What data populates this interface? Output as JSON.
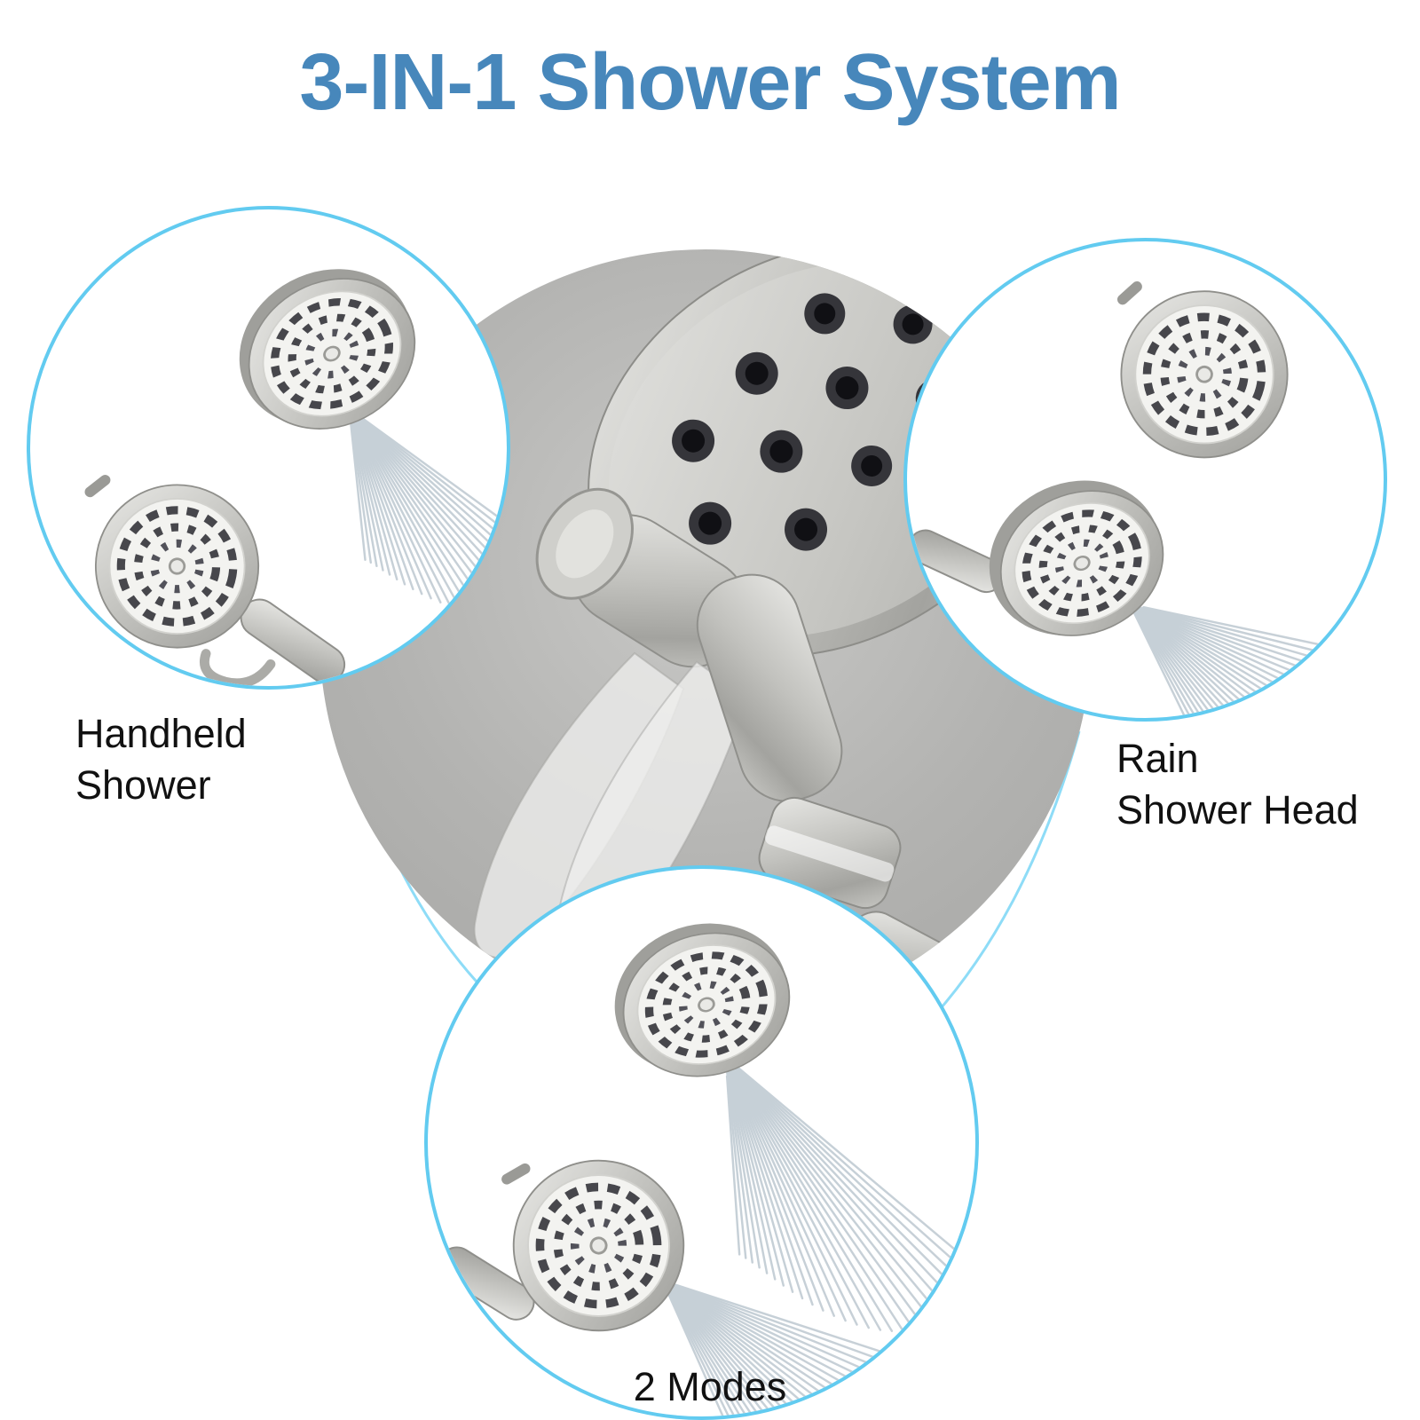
{
  "title": "3-IN-1 Shower System",
  "callouts": {
    "handheld": {
      "label_line1": "Handheld",
      "label_line2": "Shower"
    },
    "rain": {
      "label_line1": "Rain",
      "label_line2": "Shower Head"
    },
    "two_modes": {
      "label": "2 Modes"
    }
  },
  "scenes": {
    "handheld": "handheld-shower-spraying-photo",
    "rain": "rain-shower-head-photo",
    "two_modes": "dual-heads-spraying-photo",
    "center": "three-way-diverter-with-heads-photo"
  },
  "colors": {
    "title_blue": "#4787bb",
    "callout_border": "#62cbf0",
    "center_circle_gray": "#b3b3b1",
    "water_spray": "#b9c5ce",
    "label_text": "#111111",
    "background": "#ffffff"
  }
}
